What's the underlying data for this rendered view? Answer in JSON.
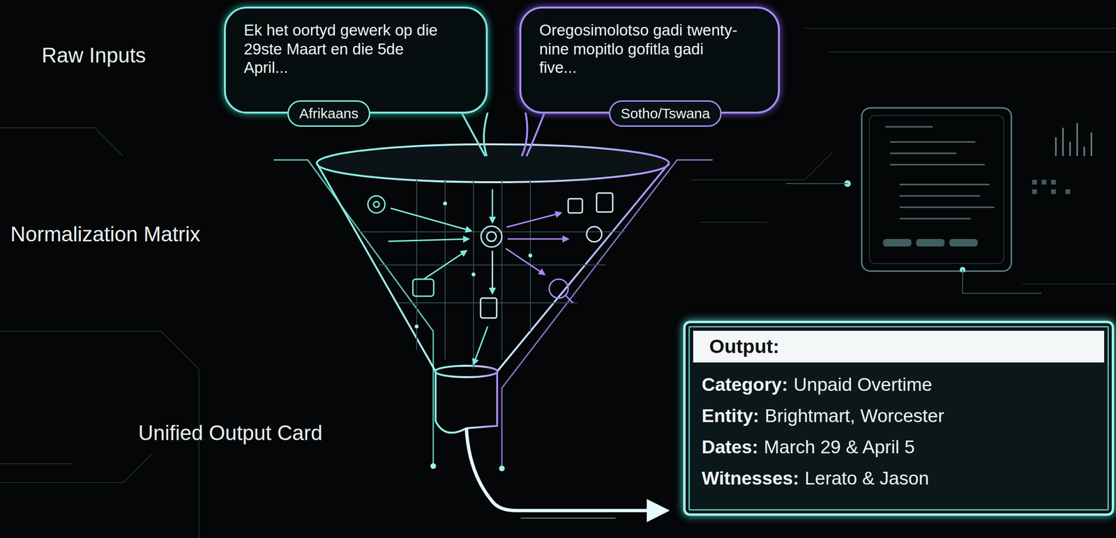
{
  "diagram": {
    "nodes": [
      {
        "text": [
          "Ek het oortyd gewerk op die 29ste Maart en die 5de April...",
          "Afrikaans"
        ]
      },
      {
        "text": [
          "Oregosimolotso gadi twenty-nine mopitlo gofitla gadi five...",
          "Sotho/Tswana"
        ]
      },
      {
        "text": [
          "Output:",
          "Category:",
          "Unpaid Overtime",
          "Entity:",
          "Brightmart, Worcester",
          "Dates:",
          "March 29 & April 5",
          "Witnesses:",
          "Lerato & Jason"
        ]
      }
    ],
    "labels": [
      "Raw Inputs",
      "Normalization Matrix",
      "Unified Output Card"
    ]
  }
}
